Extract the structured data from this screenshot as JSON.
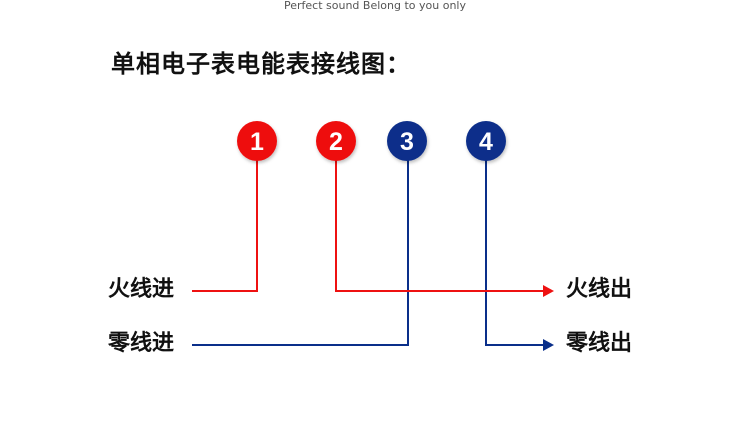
{
  "header": {
    "tagline": "Perfect sound Belong to you only"
  },
  "title": "单相电子表电能表接线图：",
  "colors": {
    "live": "#ee1111",
    "neutral": "#0a2f8a",
    "text": "#111111"
  },
  "terminals": [
    {
      "number": "1",
      "color": "#ee1111",
      "role": "live-in"
    },
    {
      "number": "2",
      "color": "#ee1111",
      "role": "live-out"
    },
    {
      "number": "3",
      "color": "#0a2f8a",
      "role": "neutral-in"
    },
    {
      "number": "4",
      "color": "#0a2f8a",
      "role": "neutral-out"
    }
  ],
  "labels": {
    "live_in": "火线进",
    "neutral_in": "零线进",
    "live_out": "火线出",
    "neutral_out": "零线出"
  }
}
